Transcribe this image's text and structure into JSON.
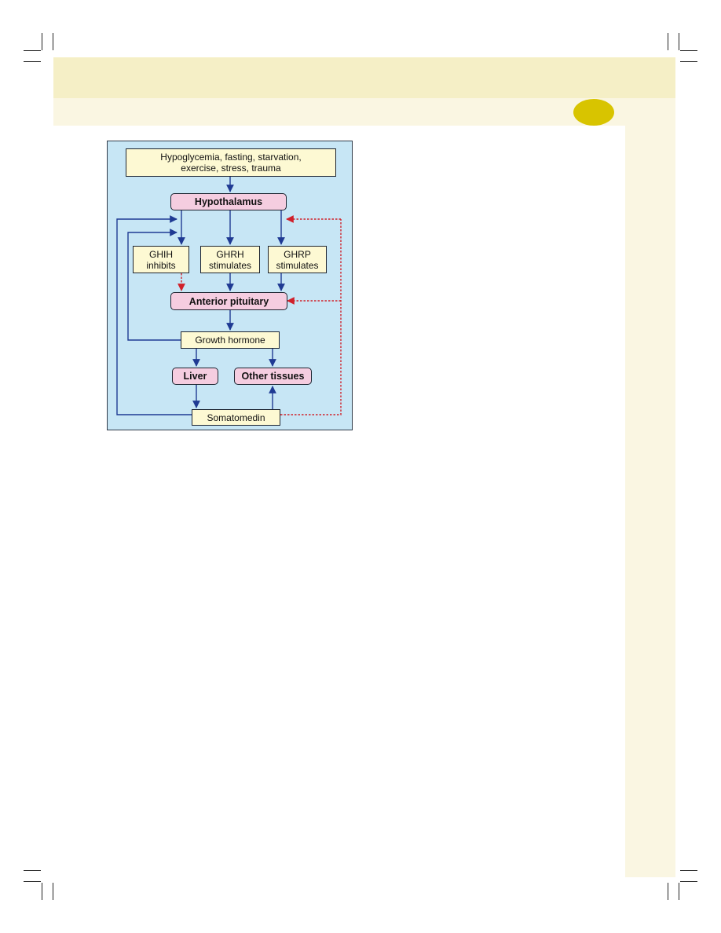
{
  "page": {
    "colors": {
      "header_band": "#f5efc6",
      "sub_band": "#faf6e2",
      "side_band": "#faf6e2",
      "badge": "#d8c400"
    }
  },
  "diagram": {
    "background": "#c7e6f5",
    "nodes": {
      "triggers": "Hypoglycemia, fasting, starvation,\nexercise, stress, trauma",
      "hypothalamus": "Hypothalamus",
      "ghih": "GHIH\ninhibits",
      "ghrh": "GHRH\nstimulates",
      "ghrp": "GHRP\nstimulates",
      "anterior_pituitary": "Anterior pituitary",
      "growth_hormone": "Growth hormone",
      "liver": "Liver",
      "other_tissues": "Other tissues",
      "somatomedin": "Somatomedin"
    },
    "colors": {
      "stimulatory_arrow": "#1f3a93",
      "inhibitory_arrow": "#d0202a",
      "yellow_box": "#fdf9d3",
      "pink_box": "#f5cde0"
    }
  }
}
